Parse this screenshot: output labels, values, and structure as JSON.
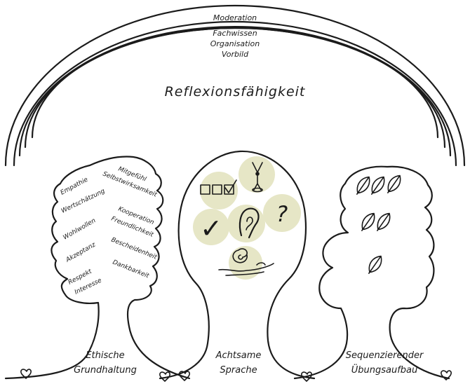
{
  "arcs": {
    "labels": [
      "Moderation",
      "Fachwissen",
      "Organisation",
      "Vorbild"
    ],
    "main_label": "Reflexionsfähigkeit"
  },
  "trees": [
    {
      "caption": [
        "Ethische",
        "Grundhaltung"
      ],
      "left_words": [
        "Empathie",
        "Wertschätzung",
        "Wohlwollen",
        "Akzeptanz",
        "Respekt",
        "Interesse"
      ],
      "right_words": [
        "Mitgefühl",
        "Selbstwirksamkeit",
        "Kooperation",
        "Freundlichkeit",
        "Bescheidenheit",
        "Dankbarkeit"
      ]
    },
    {
      "caption": [
        "Achtsame",
        "Sprache"
      ],
      "icons": [
        "checkbox-row-icon",
        "dancer-icon",
        "checkmark-icon",
        "ear-icon",
        "question-mark-icon",
        "snail-on-hand-icon"
      ],
      "question_glyph": "?",
      "check_glyph": "✓"
    },
    {
      "caption": [
        "Sequenzierender",
        "Übungsaufbau"
      ],
      "leaves": [
        "leaf-icon",
        "leaf-icon",
        "leaf-icon",
        "leaf-icon",
        "leaf-icon",
        "leaf-icon"
      ]
    }
  ],
  "colors": {
    "ink": "#1b1b1b",
    "disc": "#e6e6c6",
    "background": "#ffffff"
  }
}
